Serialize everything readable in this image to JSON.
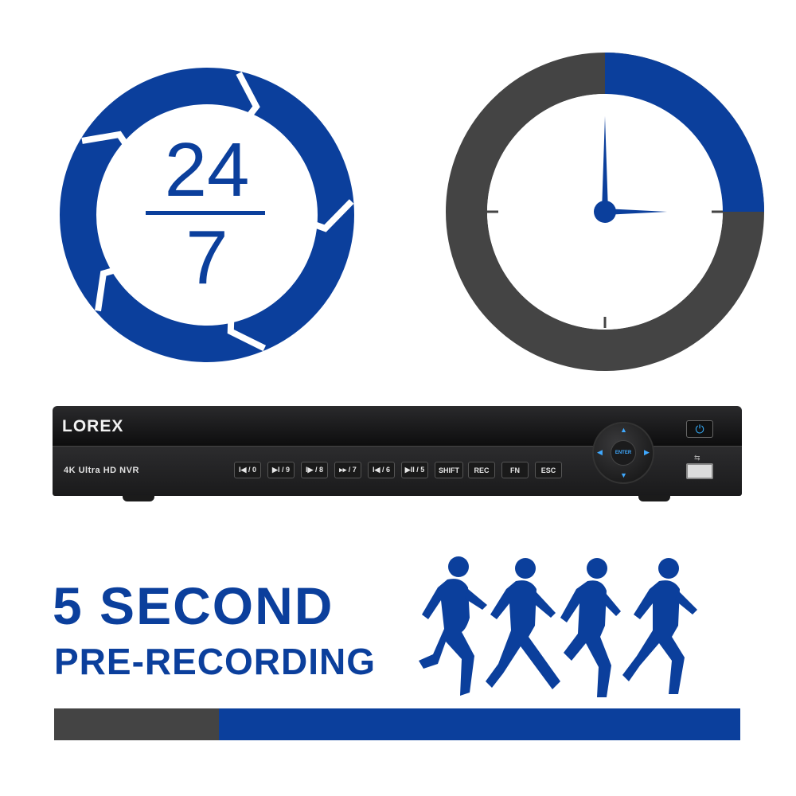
{
  "colors": {
    "brand_blue": "#0b3f9c",
    "dark_gray": "#444444",
    "accent_light_blue": "#3fa9ff"
  },
  "badge": {
    "fraction_top": "24",
    "fraction_bottom": "7"
  },
  "clock": {
    "filled_fraction": 0.25
  },
  "nvr": {
    "brand": "LOREX",
    "model_label": "4K Ultra HD NVR",
    "buttons": [
      {
        "label": "I◀ / 0"
      },
      {
        "label": "▶I / 9"
      },
      {
        "label": "I▶ / 8"
      },
      {
        "label": "▸▸ / 7"
      },
      {
        "label": "I◀ / 6"
      },
      {
        "label": "▶II / 5"
      },
      {
        "label": "SHIFT"
      },
      {
        "label": "REC"
      },
      {
        "label": "FN"
      },
      {
        "label": "ESC"
      }
    ],
    "enter_label": "ENTER"
  },
  "headline": {
    "line1": "5 SECOND",
    "line2": "PRE-RECORDING"
  },
  "progress": {
    "filled_fraction": 0.24
  }
}
